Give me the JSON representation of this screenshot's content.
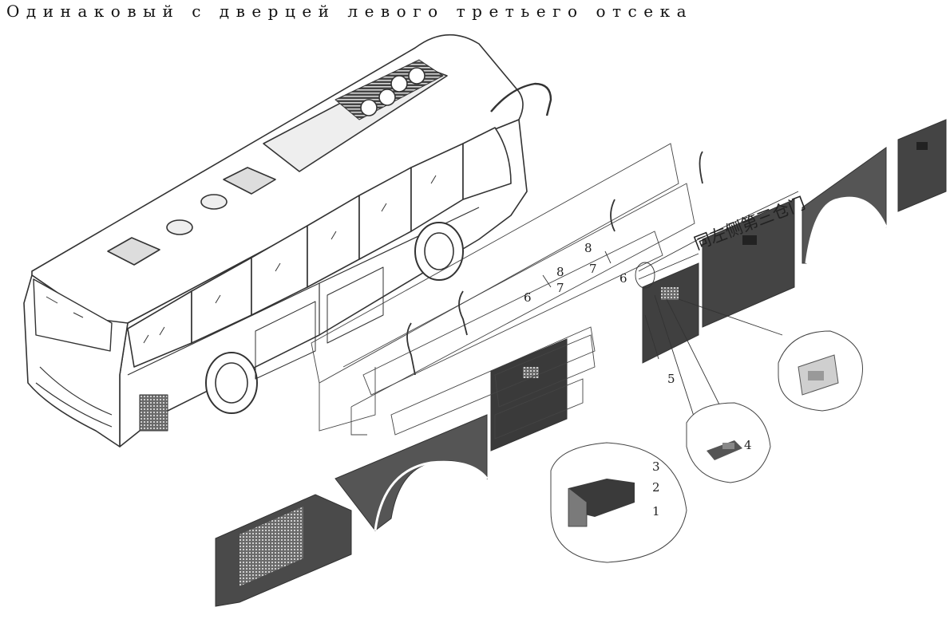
{
  "header": {
    "title": "Одинаковый с дверцей левого третьего отсека"
  },
  "diagram": {
    "chinese_label": "同左侧第三仓门",
    "callouts": [
      {
        "id": "c1",
        "label": "1"
      },
      {
        "id": "c2",
        "label": "2"
      },
      {
        "id": "c3",
        "label": "3"
      },
      {
        "id": "c4",
        "label": "4"
      },
      {
        "id": "c5",
        "label": "5"
      },
      {
        "id": "c6a",
        "label": "6"
      },
      {
        "id": "c7a",
        "label": "7"
      },
      {
        "id": "c8a",
        "label": "8"
      },
      {
        "id": "c6b",
        "label": "6"
      },
      {
        "id": "c7b",
        "label": "7"
      },
      {
        "id": "c8b",
        "label": "8"
      }
    ]
  },
  "colors": {
    "line": "#333333",
    "panel": "#4a4a4a",
    "panel_dark": "#2e2e2e",
    "background": "#ffffff"
  }
}
